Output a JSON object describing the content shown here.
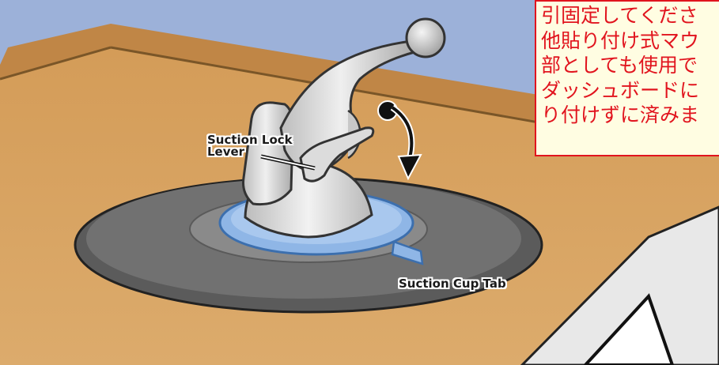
{
  "labels": {
    "lever_line1": "Suction Lock",
    "lever_line2": "Lever",
    "tab": "Suction Cup Tab"
  },
  "note": {
    "lines": [
      "引固定してくださ",
      "他貼り付け式マウ",
      "部としても使用で",
      "ダッシュボードに",
      "り付けずに済みま"
    ]
  },
  "colors": {
    "sky": "#9cb1d9",
    "dashboard": "#d8a566",
    "mat": "#6f6f6f",
    "suction_cup": "#8fb6e6",
    "mount_body": "#d9d9d9",
    "note_border": "#e1141e",
    "note_text": "#e1141e",
    "note_background": "#fffde2"
  },
  "icons": {
    "rotation_arrow": "curved-down-arrow-icon"
  }
}
